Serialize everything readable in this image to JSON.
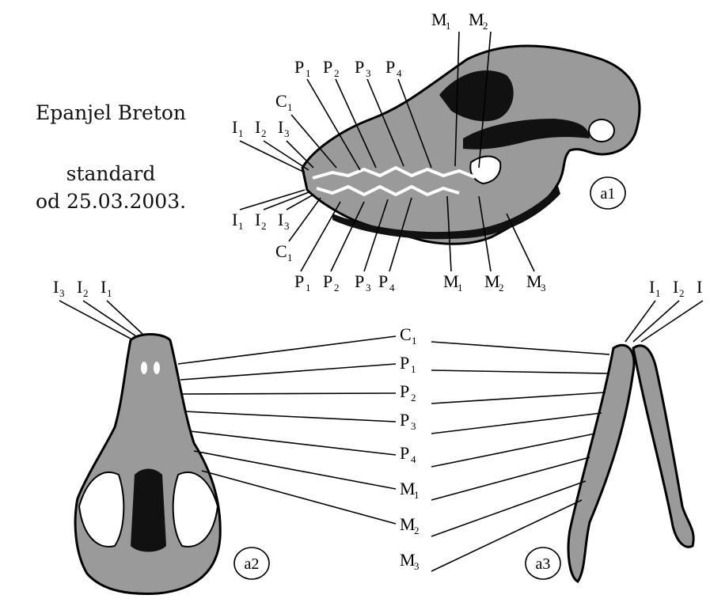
{
  "caption": {
    "line1": "Epanjel Breton",
    "line2": "standard",
    "line3": "od 25.03.2003."
  },
  "views": {
    "a1": "a1",
    "a2": "a2",
    "a3": "a3"
  },
  "teeth": {
    "I": "I",
    "C": "C",
    "P": "P",
    "M": "M",
    "i1": "1",
    "i2": "2",
    "i3": "3",
    "i4": "4"
  },
  "colors": {
    "ink": "#000000",
    "bone": "#9a9a9a",
    "background": "#ffffff"
  }
}
